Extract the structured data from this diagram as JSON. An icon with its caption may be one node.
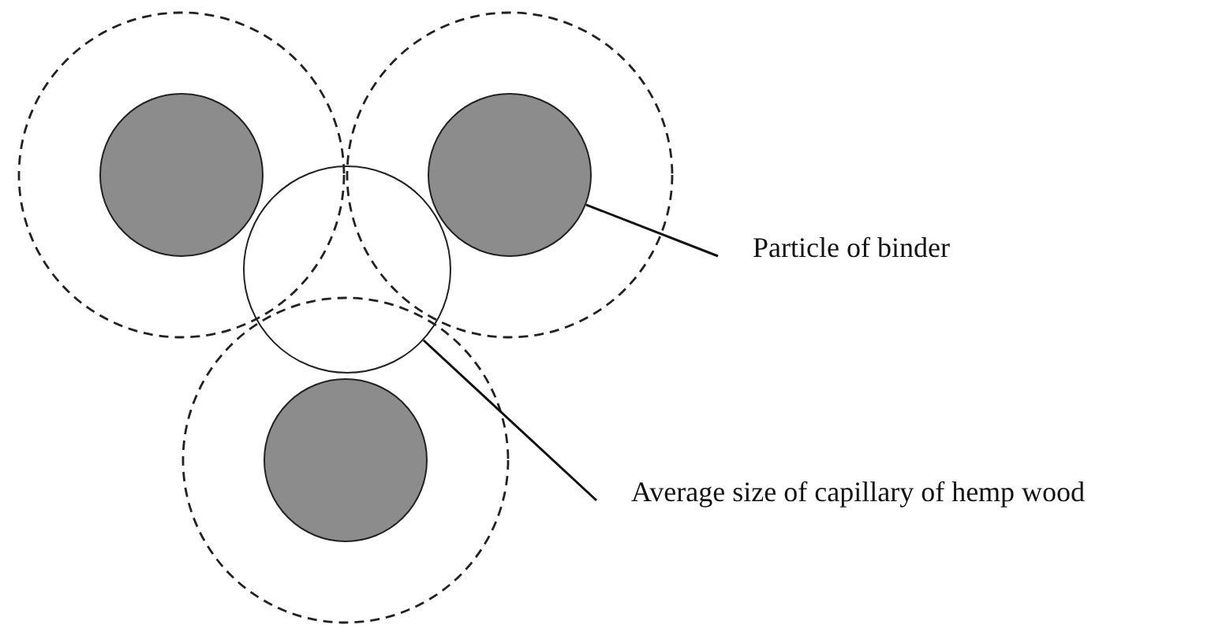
{
  "diagram": {
    "nodes": [
      {
        "text": [],
        "shape": "circle"
      },
      {
        "text": [],
        "shape": "circle"
      },
      {
        "text": [],
        "shape": "circle"
      },
      {
        "text": [],
        "shape": "circle"
      },
      {
        "text": [
          "Particle of binder"
        ]
      },
      {
        "text": [
          "Average size of capillary of hemp wood"
        ]
      }
    ],
    "edges": [
      {
        "from": 4,
        "to": 1,
        "arrow": "none"
      },
      {
        "from": 5,
        "to": 2,
        "arrow": "none"
      }
    ]
  }
}
